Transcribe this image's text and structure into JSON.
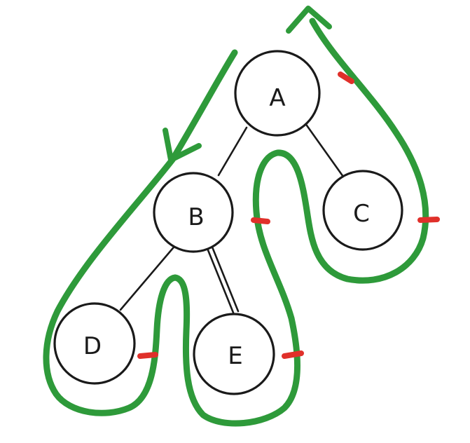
{
  "tree": {
    "nodes": [
      {
        "id": "a",
        "label": "A"
      },
      {
        "id": "b",
        "label": "B"
      },
      {
        "id": "c",
        "label": "C"
      },
      {
        "id": "d",
        "label": "D"
      },
      {
        "id": "e",
        "label": "E"
      }
    ],
    "edges": [
      {
        "from": "A",
        "to": "B"
      },
      {
        "from": "A",
        "to": "C"
      },
      {
        "from": "B",
        "to": "D"
      },
      {
        "from": "B",
        "to": "E"
      }
    ]
  },
  "traversal": {
    "path_color": "#2e9a3a",
    "marker_color": "#e0302a",
    "marker_count": 5,
    "direction": "counter-clockwise"
  }
}
